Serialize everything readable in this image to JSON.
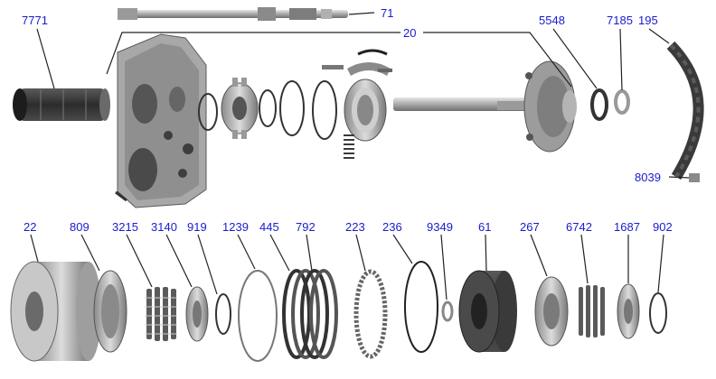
{
  "diagram": {
    "callouts": [
      {
        "id": "c7771",
        "text": "7771"
      },
      {
        "id": "c71",
        "text": "71"
      },
      {
        "id": "c20",
        "text": "20"
      },
      {
        "id": "c5548",
        "text": "5548"
      },
      {
        "id": "c7185",
        "text": "7185"
      },
      {
        "id": "c195",
        "text": "195"
      },
      {
        "id": "c8039",
        "text": "8039"
      },
      {
        "id": "c22",
        "text": "22"
      },
      {
        "id": "c809",
        "text": "809"
      },
      {
        "id": "c3215",
        "text": "3215"
      },
      {
        "id": "c3140",
        "text": "3140"
      },
      {
        "id": "c919",
        "text": "919"
      },
      {
        "id": "c1239",
        "text": "1239"
      },
      {
        "id": "c445",
        "text": "445"
      },
      {
        "id": "c792",
        "text": "792"
      },
      {
        "id": "c223",
        "text": "223"
      },
      {
        "id": "c236",
        "text": "236"
      },
      {
        "id": "c9349",
        "text": "9349"
      },
      {
        "id": "c61",
        "text": "61"
      },
      {
        "id": "c267",
        "text": "267"
      },
      {
        "id": "c6742",
        "text": "6742"
      },
      {
        "id": "c1687",
        "text": "1687"
      },
      {
        "id": "c902",
        "text": "902"
      }
    ],
    "colors": {
      "label": "#1a1ad0",
      "leader": "#222222",
      "metal": "#b8b8b8",
      "dark": "#3a3a3a"
    }
  }
}
